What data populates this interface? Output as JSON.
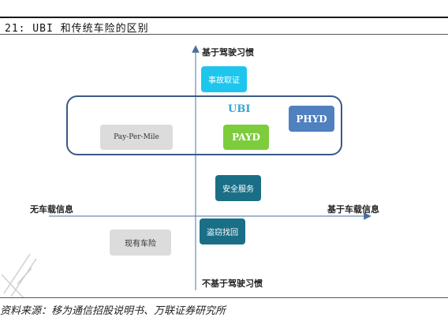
{
  "figure": {
    "title": "21: UBI 和传统车险的区别",
    "source": "资料来源：移为通信招股说明书、万联证券研究所"
  },
  "axes": {
    "y_top_label": "基于驾驶习惯",
    "y_bottom_label": "不基于驾驶习惯",
    "x_left_label": "无车载信息",
    "x_right_label": "基于车载信息"
  },
  "ubi_group": {
    "label": "UBI"
  },
  "boxes": {
    "accident_evidence": "事故取证",
    "phyd": "PHYD",
    "payd": "PAYD",
    "pay_per_mile": "Pay-Per-Mile",
    "security_service": "安全服务",
    "theft_recovery": "盗窃找回",
    "existing_insurance": "现有车险"
  },
  "colors": {
    "cyan": "#1ec6ee",
    "green": "#7dcc3c",
    "blue": "#4f80bf",
    "teal": "#1a6f86",
    "gray": "#dcdcdc",
    "oval": "#3b5a86"
  }
}
